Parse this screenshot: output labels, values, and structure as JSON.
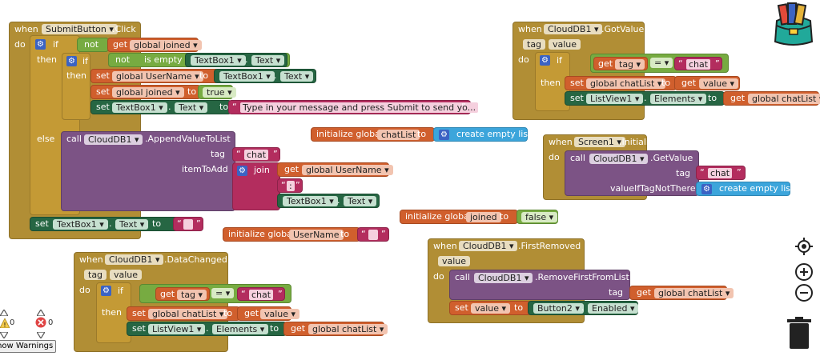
{
  "kw": {
    "when": "when",
    "do": "do",
    "if": "if",
    "then": "then",
    "else": "else",
    "not": "not",
    "is_empty": "is empty",
    "set": "set",
    "to": "to",
    "get": "get",
    "call": "call",
    "join": "join",
    "eq": "=",
    "dot": ".",
    "arrow": "▾",
    "init_global": "initialize global",
    "create_empty_list": "create empty list",
    "true": "true",
    "false": "false",
    "tag": "tag",
    "value": "value",
    "item_to_add": "itemToAdd",
    "value_if_tag_not_there": "valueIfTagNotThere"
  },
  "components": {
    "submit_button": "SubmitButton",
    "textbox1": "TextBox1",
    "clouddb1": "CloudDB1",
    "listview1": "ListView1",
    "screen1": "Screen1",
    "button2": "Button2"
  },
  "events": {
    "click": ".Click",
    "got_value": ".GotValue",
    "initialize": ".Initialize",
    "data_changed": ".DataChanged",
    "first_removed": ".FirstRemoved"
  },
  "methods": {
    "append_value_to_list": ".AppendValueToList",
    "get_value": ".GetValue",
    "remove_first_from_list": ".RemoveFirstFromList"
  },
  "props": {
    "text": "Text",
    "elements": "Elements",
    "enabled": "Enabled"
  },
  "vars": {
    "global_joined": "global joined",
    "global_user_name": "global UserName",
    "global_chat_list": "global chatList",
    "chat_list": "chatList",
    "joined": "joined",
    "user_name": "UserName"
  },
  "strings": {
    "chat": "chat",
    "placeholder_msg": "Type in your message and press Submit to send yo...",
    "colon": ":",
    "empty": ""
  },
  "warnings": {
    "warn_count": "0",
    "error_count": "0",
    "show_warnings": "Show Warnings"
  },
  "colors": {
    "event": "#b18e35",
    "control": "#c49a35",
    "variable": "#d05f2d",
    "component": "#7c5385",
    "property": "#266643",
    "logic": "#77ab41",
    "text": "#b32d5e",
    "list": "#3ca5db"
  }
}
